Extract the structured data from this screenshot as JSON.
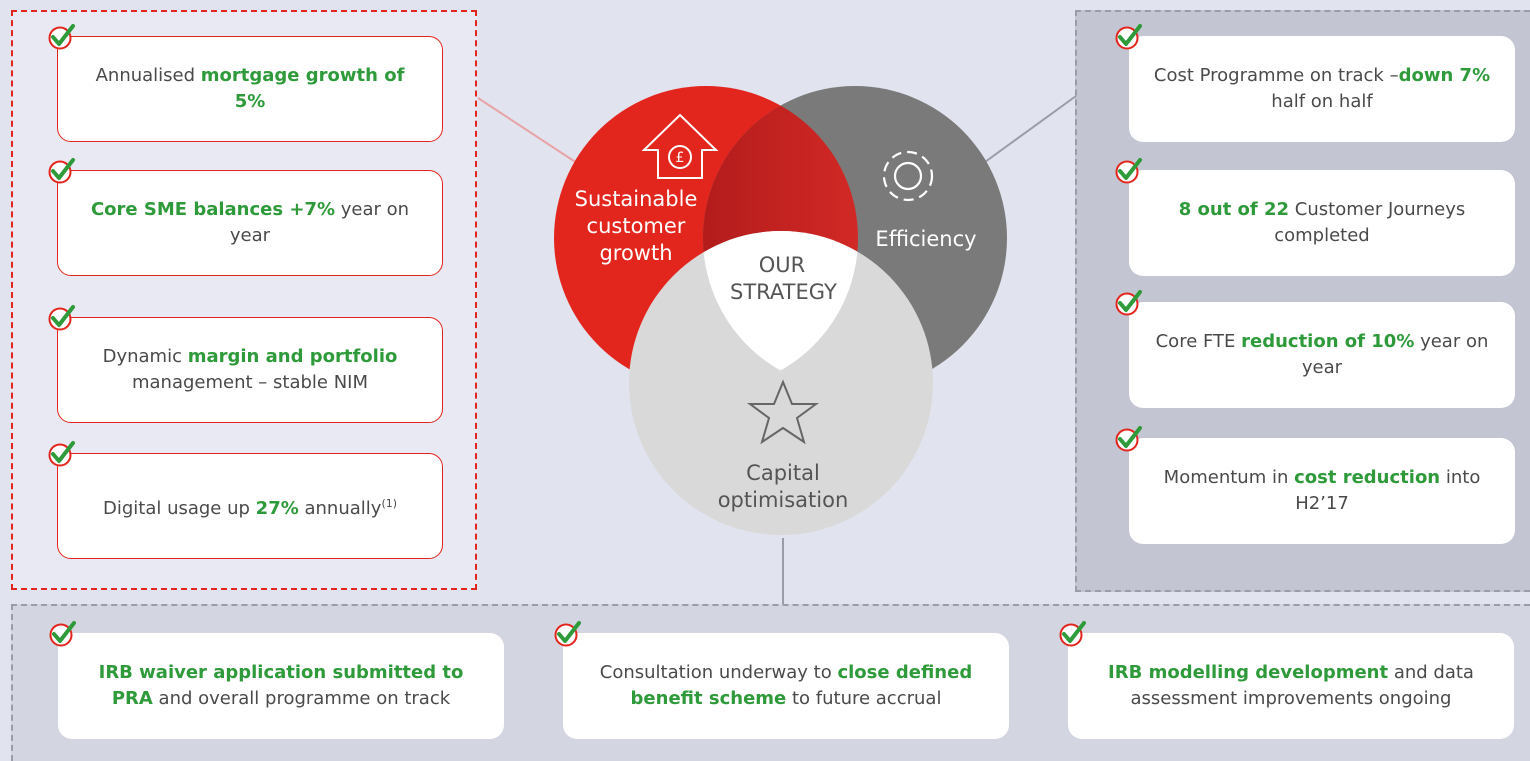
{
  "strategy": {
    "center_line1": "OUR",
    "center_line2": "STRATEGY",
    "growth_line1": "Sustainable",
    "growth_line2": "customer",
    "growth_line3": "growth",
    "efficiency": "Efficiency",
    "capital_line1": "Capital",
    "capital_line2": "optimisation"
  },
  "growth_cards": [
    {
      "pre": "Annualised ",
      "bold": "mortgage growth of 5%",
      "post": ""
    },
    {
      "pre": "",
      "bold": "Core SME balances +7%",
      "post": " year on year"
    },
    {
      "pre": "Dynamic ",
      "bold": "margin and portfolio",
      "post": " management – stable NIM"
    },
    {
      "pre": "Digital usage up ",
      "bold": "27%",
      "post": "  annually",
      "sup": "(1)"
    }
  ],
  "efficiency_cards": [
    {
      "pre": "Cost Programme on track –",
      "bold": "down 7%",
      "post": " half on half"
    },
    {
      "pre": "",
      "bold": "8 out of 22",
      "post": " Customer Journeys completed"
    },
    {
      "pre": "Core FTE ",
      "bold": "reduction of 10%",
      "post": " year on year"
    },
    {
      "pre": "Momentum in ",
      "bold": "cost reduction",
      "post": " into H2’17"
    }
  ],
  "capital_cards": [
    {
      "pre": "",
      "bold": "IRB waiver application submitted to PRA",
      "post": " and overall programme on track"
    },
    {
      "pre": "Consultation underway to ",
      "bold": "close defined benefit scheme",
      "post": " to future accrual"
    },
    {
      "pre": "",
      "bold": "IRB modelling development",
      "post": " and data assessment improvements ongoing"
    }
  ],
  "colors": {
    "red": "#e3261d",
    "dark_grey": "#7a7a7a",
    "light_grey": "#d9d9d9",
    "green": "#2e9a3a"
  },
  "icons": [
    "checkmark-icon",
    "pound-arrow-icon",
    "gear-icon",
    "star-icon"
  ]
}
